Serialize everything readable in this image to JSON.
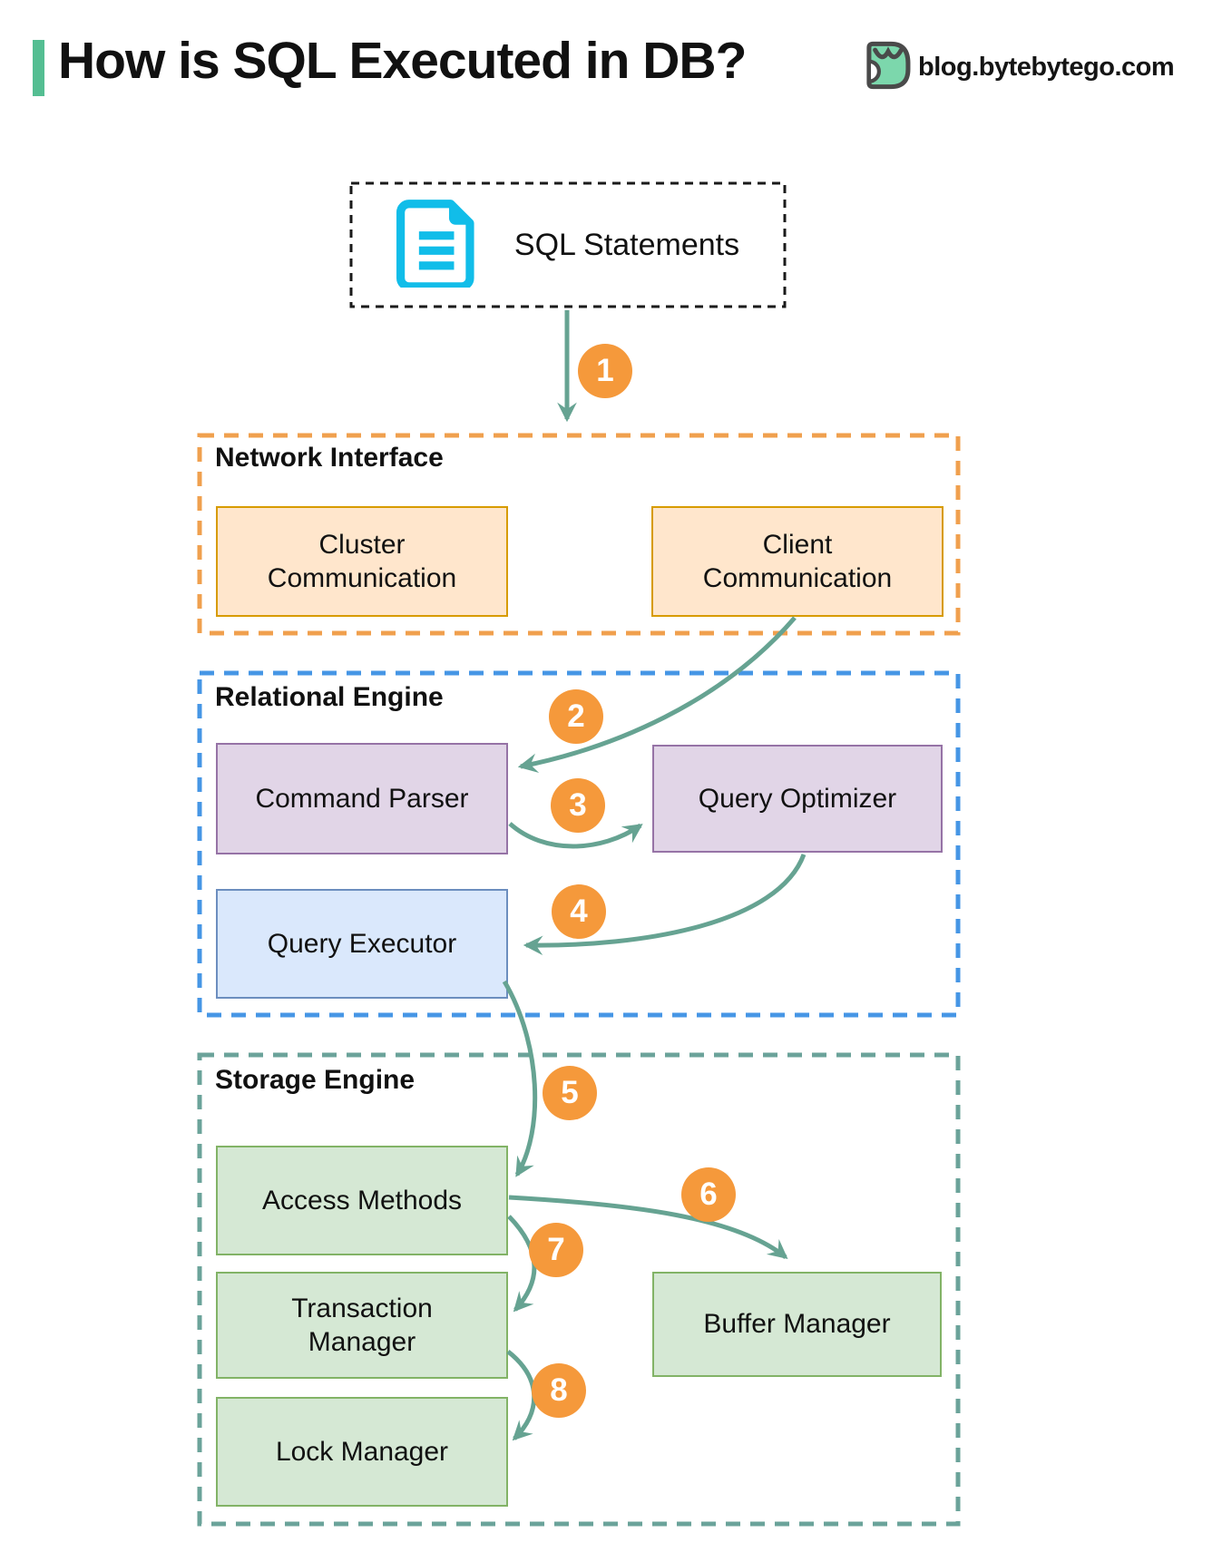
{
  "header": {
    "title": "How is SQL Executed in DB?",
    "brand": "blog.bytebytego.com"
  },
  "source": {
    "label": "SQL Statements",
    "icon": "document-icon"
  },
  "sections": {
    "network_interface": {
      "title": "Network Interface"
    },
    "relational_engine": {
      "title": "Relational Engine"
    },
    "storage_engine": {
      "title": "Storage Engine"
    }
  },
  "nodes": {
    "cluster_communication": {
      "label": "Cluster Communication"
    },
    "client_communication": {
      "label": "Client Communication"
    },
    "command_parser": {
      "label": "Command Parser"
    },
    "query_optimizer": {
      "label": "Query Optimizer"
    },
    "query_executor": {
      "label": "Query Executor"
    },
    "access_methods": {
      "label": "Access Methods"
    },
    "transaction_manager": {
      "label": "Transaction Manager"
    },
    "lock_manager": {
      "label": "Lock Manager"
    },
    "buffer_manager": {
      "label": "Buffer Manager"
    }
  },
  "steps": [
    "1",
    "2",
    "3",
    "4",
    "5",
    "6",
    "7",
    "8"
  ],
  "colors": {
    "accent_green": "#54BE92",
    "arrow_teal": "#66A392",
    "step_orange": "#F5993B",
    "sql_box_dash": "#1A1A1A",
    "doc_icon_cyan": "#11BDE9",
    "network_dash": "#F0A04E",
    "orange_fill": "#FFE6CC",
    "orange_stroke": "#D79B00",
    "relational_dash": "#4696E5",
    "purple_fill": "#E1D5E7",
    "purple_stroke": "#9673A6",
    "blue_fill": "#DAE8FC",
    "blue_stroke": "#6C8EBF",
    "storage_dash": "#6BA39A",
    "green_fill": "#D5E8D4",
    "green_stroke": "#82B366"
  }
}
